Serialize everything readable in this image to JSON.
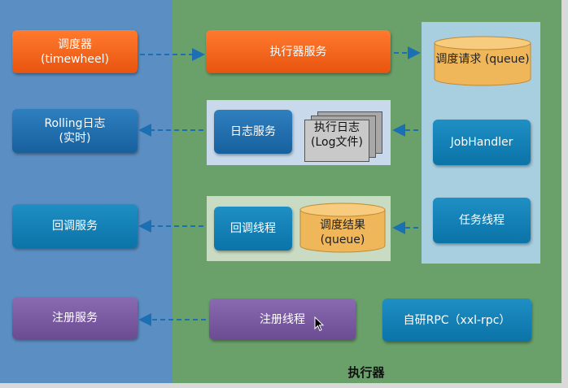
{
  "nodes": {
    "scheduler": "调度器\n(timewheel)",
    "executor_service": "执行器服务",
    "schedule_request_queue": "调度请求\n(queue)",
    "rolling_log": "Rolling日志\n(实时)",
    "log_service": "日志服务",
    "log_files": "执行日志\n(Log文件)",
    "job_handler": "JobHandler",
    "callback_service": "回调服务",
    "callback_thread": "回调线程",
    "schedule_result_queue": "调度结果\n(queue)",
    "task_thread": "任务线程",
    "registry_service": "注册服务",
    "registry_thread": "注册线程",
    "rpc": "自研RPC（xxl-rpc）"
  },
  "executor_label": "执行器",
  "colors": {
    "left_panel": "#5b8ec2",
    "right_panel": "#6aa06a",
    "orange": "#f26522",
    "queue": "#f0b65a",
    "arrow": "#1b6fb3"
  }
}
